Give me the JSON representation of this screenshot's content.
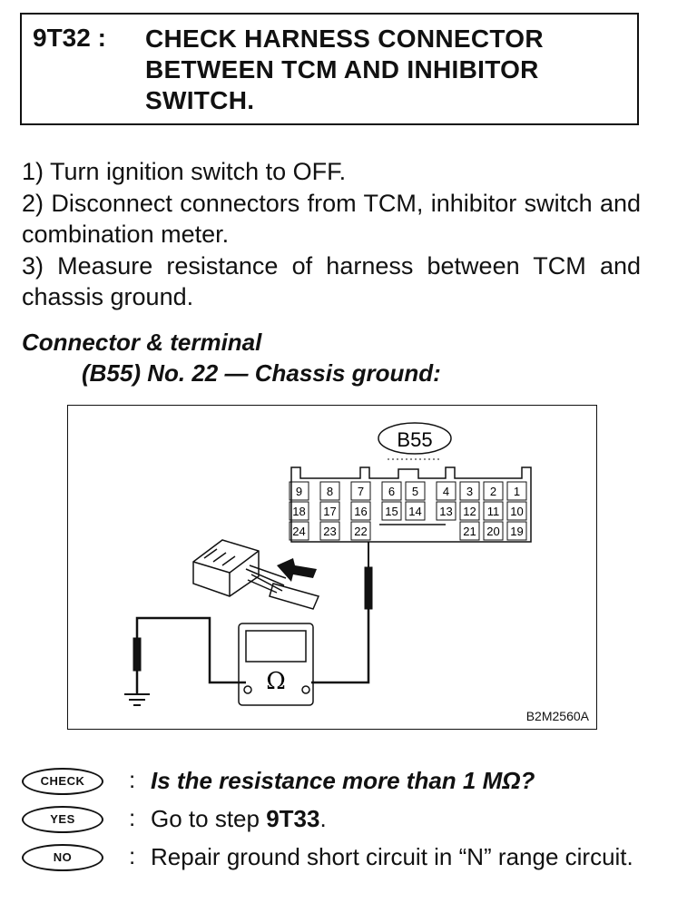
{
  "header": {
    "step_id": "9T32 :",
    "title": "CHECK HARNESS CONNECTOR BETWEEN TCM AND INHIBITOR SWITCH."
  },
  "instructions": [
    "1) Turn ignition switch to OFF.",
    "2) Disconnect connectors from TCM, inhibitor switch and combination meter.",
    "3) Measure resistance of harness between TCM and chassis ground."
  ],
  "subheading": {
    "title": "Connector & terminal",
    "line": "(B55) No. 22 — Chassis ground:"
  },
  "figure": {
    "connector_label": "B55",
    "row1": [
      "9",
      "8",
      "7",
      "6",
      "5",
      "4",
      "3",
      "2",
      "1"
    ],
    "row2": [
      "18",
      "17",
      "16",
      "15",
      "14",
      "13",
      "12",
      "11",
      "10"
    ],
    "row3": [
      "24",
      "23",
      "22",
      "21",
      "20",
      "19"
    ],
    "meter_symbol": "Ω",
    "figure_code": "B2M2560A"
  },
  "qa": {
    "check_badge": "CHECK",
    "question": "Is the resistance more than 1 MΩ?",
    "yes_badge": "YES",
    "yes_prefix": "Go to step ",
    "yes_step": "9T33",
    "yes_suffix": ".",
    "no_badge": "NO",
    "no_text": "Repair ground short circuit in “N” range circuit.",
    "separator": ":"
  }
}
